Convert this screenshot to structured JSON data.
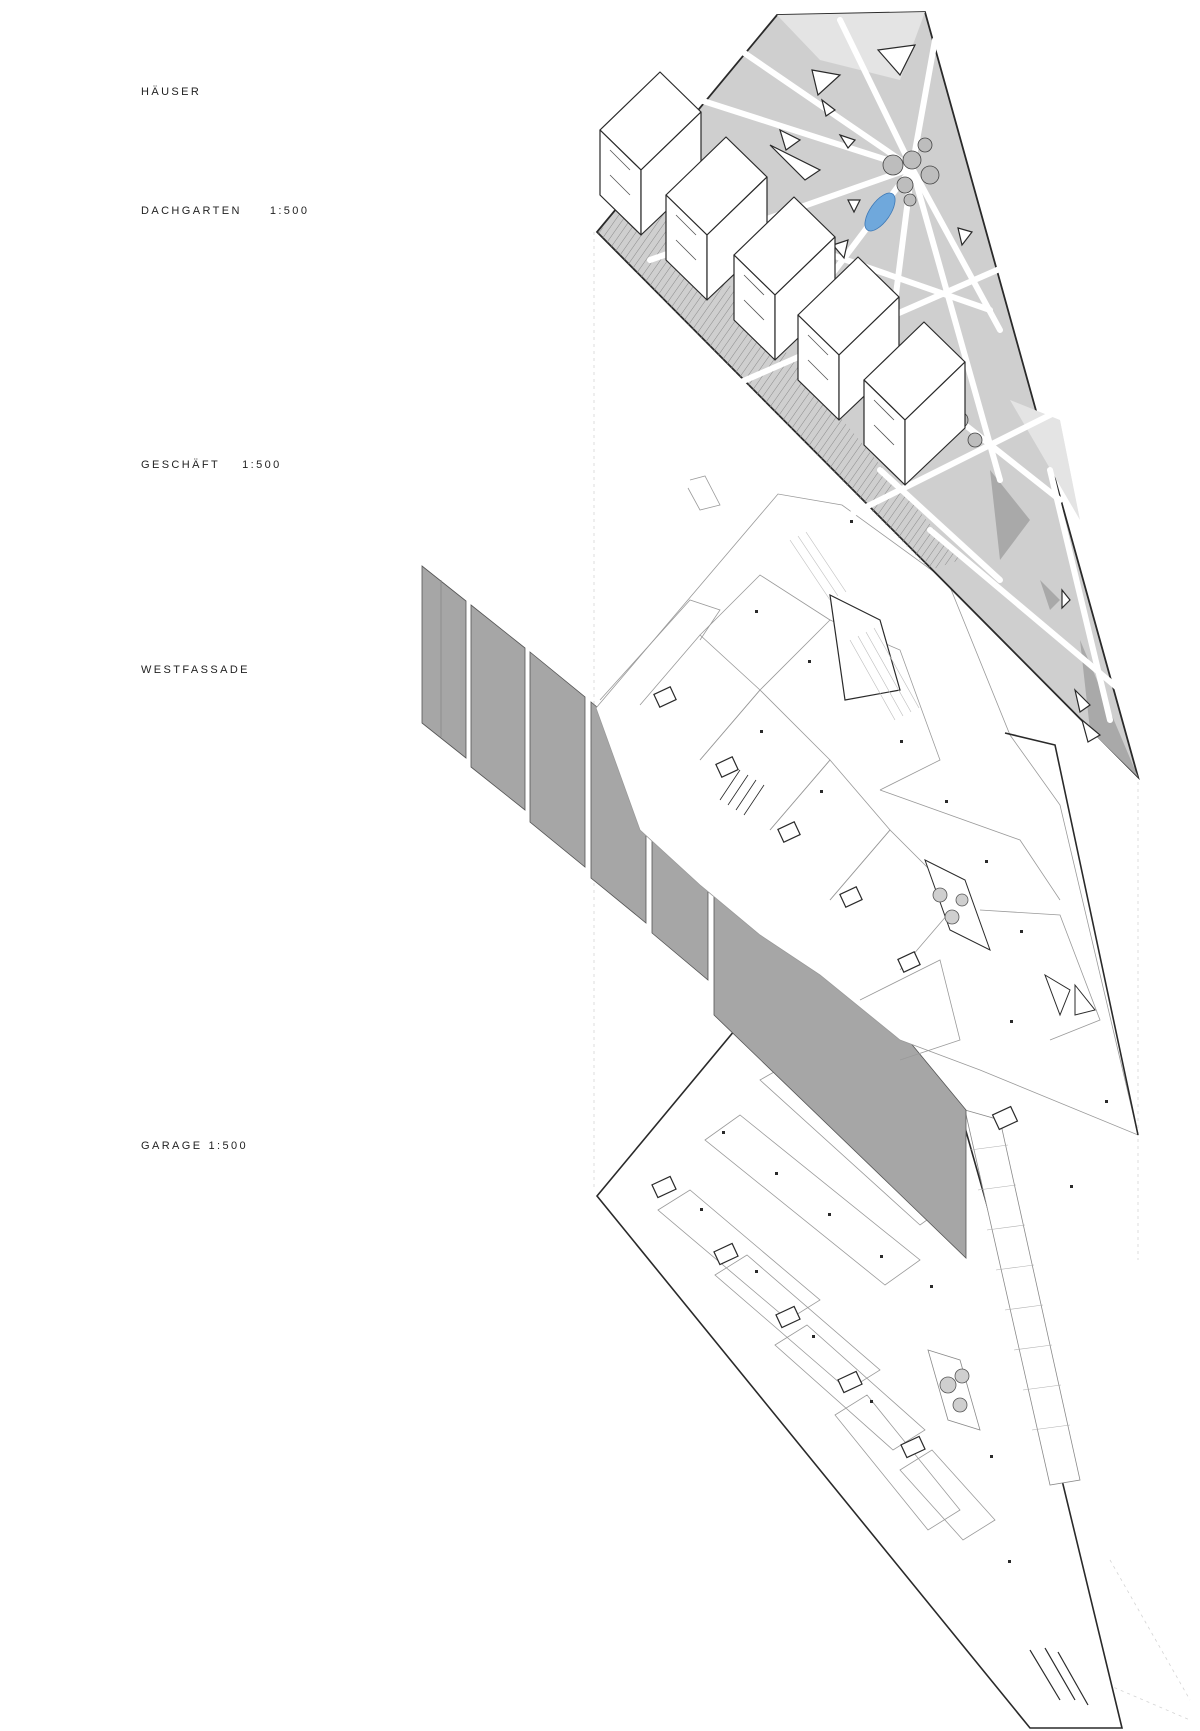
{
  "labels": {
    "haeuser": "HÄUSER",
    "dachgarten": {
      "name": "DACHGARTEN",
      "scale": "1:500"
    },
    "geschaeft": {
      "name": "GESCHÄFT",
      "scale": "1:500"
    },
    "westfassade": "WESTFASSADE",
    "garage": {
      "name": "GARAGE",
      "scale": "1:500"
    }
  },
  "colors": {
    "roof_fill": "#cfcfcf",
    "roof_dark": "#a9a9a9",
    "facade": "#a6a6a6",
    "pond": "#6fa8dc",
    "line": "#2a2a2a",
    "thin_line": "#9a9a9a"
  }
}
